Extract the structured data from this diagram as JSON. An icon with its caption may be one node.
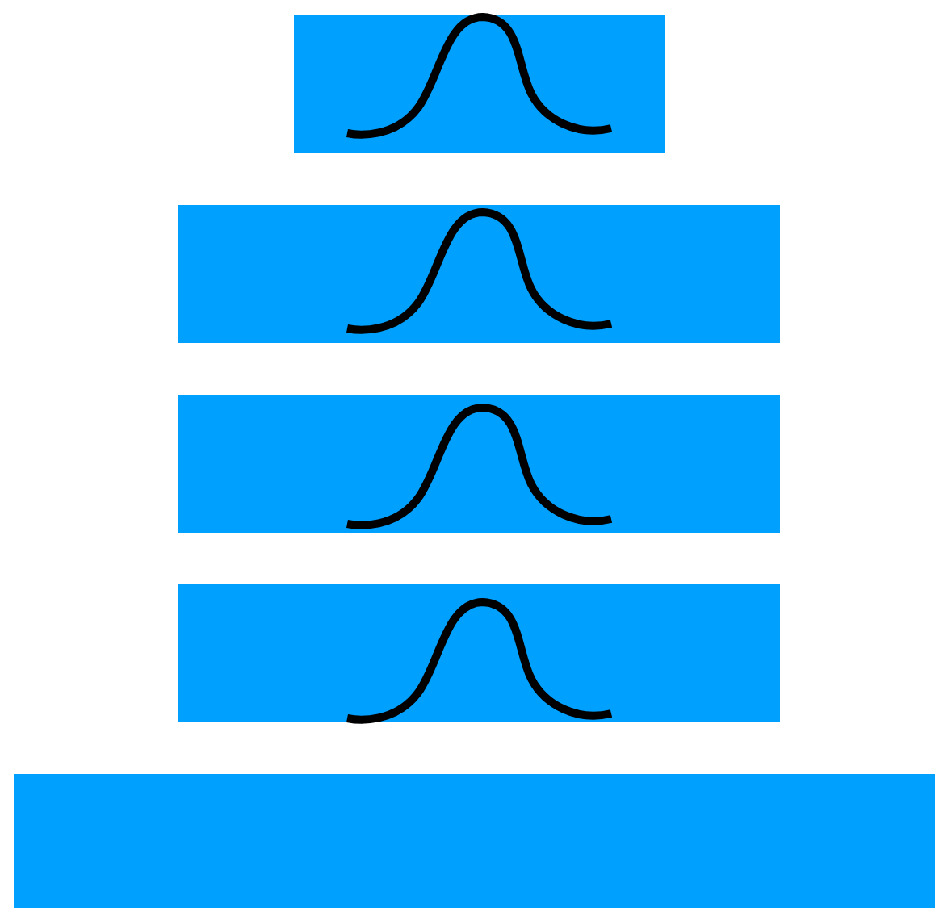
{
  "diagram": {
    "nodes": [
      {
        "text": [],
        "shape": "box"
      },
      {
        "text": [],
        "shape": "box"
      },
      {
        "text": [],
        "shape": "box"
      },
      {
        "text": [],
        "shape": "box"
      },
      {
        "text": [],
        "shape": "box"
      }
    ]
  }
}
